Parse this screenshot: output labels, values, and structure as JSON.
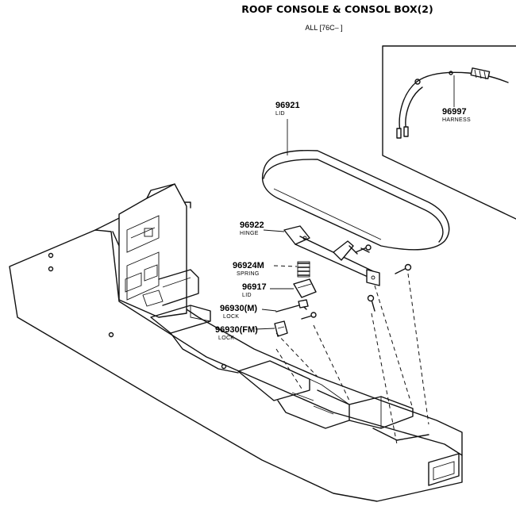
{
  "header": {
    "title": "ROOF CONSOLE & CONSOL BOX(2)",
    "applicability": "ALL [76C–        ]"
  },
  "parts": {
    "lid_main": {
      "number": "96921",
      "name": "LID"
    },
    "harness": {
      "number": "96997",
      "name": "HARNESS"
    },
    "hinge": {
      "number": "96922",
      "name": "HINGE"
    },
    "spring": {
      "number": "96924M",
      "name": "SPRING"
    },
    "lid_small": {
      "number": "96917",
      "name": "LID"
    },
    "lock_m": {
      "number": "96930(M)",
      "name": "LOCK"
    },
    "lock_fm": {
      "number": "96930(FM)",
      "name": "LOCK"
    }
  }
}
